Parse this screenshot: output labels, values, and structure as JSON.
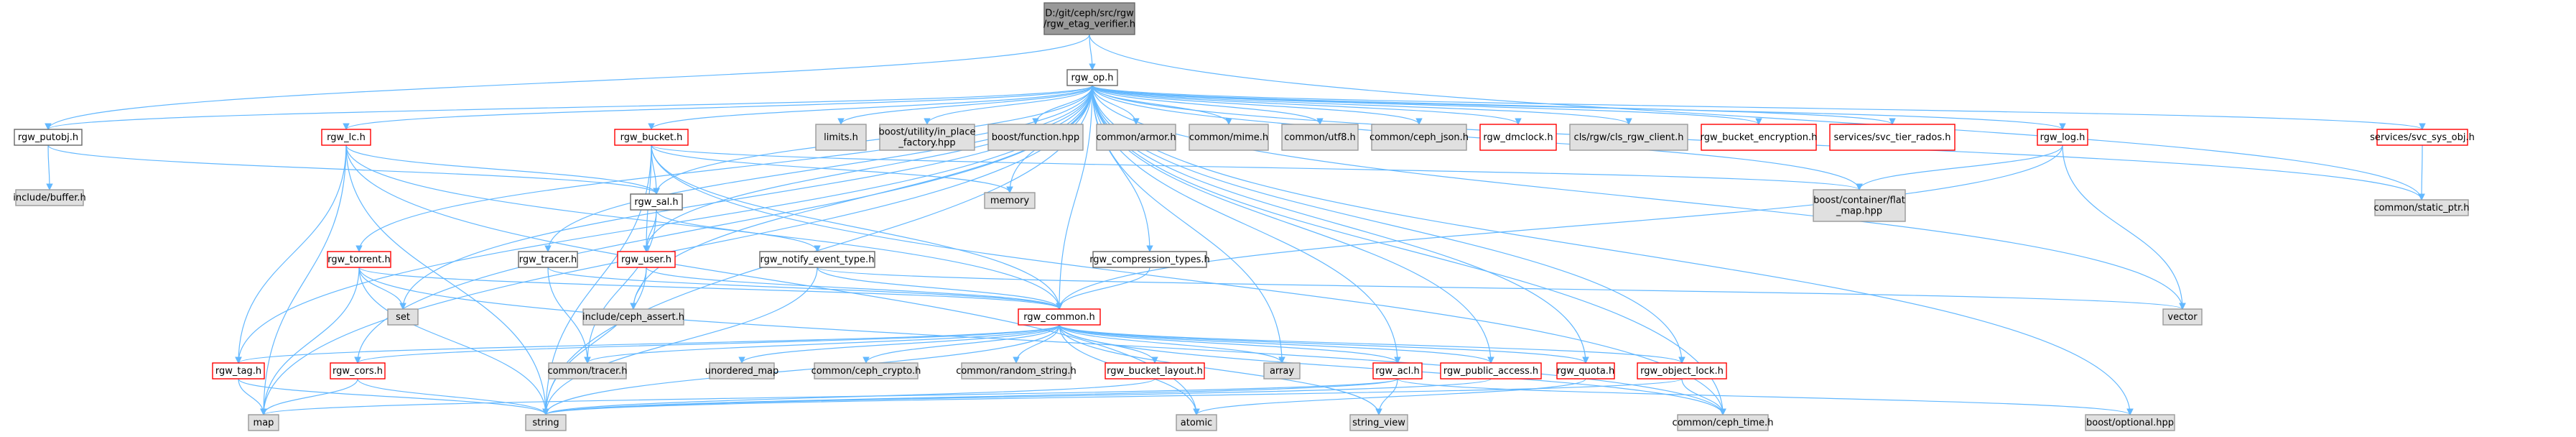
{
  "graph": {
    "colors": {
      "edge": "#63b8ff",
      "root_fill": "#999999",
      "root_border": "#666666",
      "local_fill": "#ffffff",
      "local_border": "#666666",
      "truncated_fill": "#ffffff",
      "truncated_border": "#ff0000",
      "system_fill": "#e0e0e0",
      "system_border": "#999999"
    },
    "nodes": [
      {
        "id": "root",
        "lines": [
          "D:/git/ceph/src/rgw",
          "/rgw_etag_verifier.h"
        ],
        "kind": "root"
      },
      {
        "id": "rgw_op",
        "lines": [
          "rgw_op.h"
        ],
        "kind": "local"
      },
      {
        "id": "rgw_putobj",
        "lines": [
          "rgw_putobj.h"
        ],
        "kind": "local"
      },
      {
        "id": "static_ptr",
        "lines": [
          "common/static_ptr.h"
        ],
        "kind": "system"
      },
      {
        "id": "buffer",
        "lines": [
          "include/buffer.h"
        ],
        "kind": "system"
      },
      {
        "id": "rgw_sal",
        "lines": [
          "rgw_sal.h"
        ],
        "kind": "local"
      },
      {
        "id": "rgw_lc",
        "lines": [
          "rgw_lc.h"
        ],
        "kind": "truncated"
      },
      {
        "id": "rgw_bucket",
        "lines": [
          "rgw_bucket.h"
        ],
        "kind": "truncated"
      },
      {
        "id": "limits",
        "lines": [
          "limits.h"
        ],
        "kind": "system"
      },
      {
        "id": "in_place",
        "lines": [
          "boost/utility/in_place",
          "_factory.hpp"
        ],
        "kind": "system"
      },
      {
        "id": "function",
        "lines": [
          "boost/function.hpp"
        ],
        "kind": "system"
      },
      {
        "id": "armor",
        "lines": [
          "common/armor.h"
        ],
        "kind": "system"
      },
      {
        "id": "mime",
        "lines": [
          "common/mime.h"
        ],
        "kind": "system"
      },
      {
        "id": "utf8",
        "lines": [
          "common/utf8.h"
        ],
        "kind": "system"
      },
      {
        "id": "ceph_json",
        "lines": [
          "common/ceph_json.h"
        ],
        "kind": "system"
      },
      {
        "id": "dmclock",
        "lines": [
          "rgw_dmclock.h"
        ],
        "kind": "truncated"
      },
      {
        "id": "cls_rgw",
        "lines": [
          "cls/rgw/cls_rgw_client.h"
        ],
        "kind": "system"
      },
      {
        "id": "bucket_enc",
        "lines": [
          "rgw_bucket_encryption.h"
        ],
        "kind": "truncated"
      },
      {
        "id": "svc_tier",
        "lines": [
          "services/svc_tier_rados.h"
        ],
        "kind": "truncated"
      },
      {
        "id": "rgw_log",
        "lines": [
          "rgw_log.h"
        ],
        "kind": "truncated"
      },
      {
        "id": "svc_sys",
        "lines": [
          "services/svc_sys_obj.h"
        ],
        "kind": "truncated"
      },
      {
        "id": "memory",
        "lines": [
          "memory"
        ],
        "kind": "system"
      },
      {
        "id": "flat_map",
        "lines": [
          "boost/container/flat",
          "_map.hpp"
        ],
        "kind": "system"
      },
      {
        "id": "rgw_torrent",
        "lines": [
          "rgw_torrent.h"
        ],
        "kind": "truncated"
      },
      {
        "id": "rgw_tracer",
        "lines": [
          "rgw_tracer.h"
        ],
        "kind": "local"
      },
      {
        "id": "rgw_user",
        "lines": [
          "rgw_user.h"
        ],
        "kind": "truncated"
      },
      {
        "id": "notify",
        "lines": [
          "rgw_notify_event_type.h"
        ],
        "kind": "local"
      },
      {
        "id": "compression",
        "lines": [
          "rgw_compression_types.h"
        ],
        "kind": "local"
      },
      {
        "id": "set",
        "lines": [
          "set"
        ],
        "kind": "system"
      },
      {
        "id": "ceph_assert",
        "lines": [
          "include/ceph_assert.h"
        ],
        "kind": "system"
      },
      {
        "id": "vector",
        "lines": [
          "vector"
        ],
        "kind": "system"
      },
      {
        "id": "rgw_common",
        "lines": [
          "rgw_common.h"
        ],
        "kind": "truncated"
      },
      {
        "id": "rgw_tag",
        "lines": [
          "rgw_tag.h"
        ],
        "kind": "truncated"
      },
      {
        "id": "rgw_cors",
        "lines": [
          "rgw_cors.h"
        ],
        "kind": "truncated"
      },
      {
        "id": "tracer",
        "lines": [
          "common/tracer.h"
        ],
        "kind": "system"
      },
      {
        "id": "unordered_map",
        "lines": [
          "unordered_map"
        ],
        "kind": "system"
      },
      {
        "id": "ceph_crypto",
        "lines": [
          "common/ceph_crypto.h"
        ],
        "kind": "system"
      },
      {
        "id": "random_string",
        "lines": [
          "common/random_string.h"
        ],
        "kind": "system"
      },
      {
        "id": "bucket_layout",
        "lines": [
          "rgw_bucket_layout.h"
        ],
        "kind": "truncated"
      },
      {
        "id": "array",
        "lines": [
          "array"
        ],
        "kind": "system"
      },
      {
        "id": "rgw_acl",
        "lines": [
          "rgw_acl.h"
        ],
        "kind": "truncated"
      },
      {
        "id": "public_access",
        "lines": [
          "rgw_public_access.h"
        ],
        "kind": "truncated"
      },
      {
        "id": "rgw_quota",
        "lines": [
          "rgw_quota.h"
        ],
        "kind": "truncated"
      },
      {
        "id": "object_lock",
        "lines": [
          "rgw_object_lock.h"
        ],
        "kind": "truncated"
      },
      {
        "id": "map",
        "lines": [
          "map"
        ],
        "kind": "system"
      },
      {
        "id": "string",
        "lines": [
          "string"
        ],
        "kind": "system"
      },
      {
        "id": "atomic",
        "lines": [
          "atomic"
        ],
        "kind": "system"
      },
      {
        "id": "string_view",
        "lines": [
          "string_view"
        ],
        "kind": "system"
      },
      {
        "id": "ceph_time",
        "lines": [
          "common/ceph_time.h"
        ],
        "kind": "system"
      },
      {
        "id": "optional",
        "lines": [
          "boost/optional.hpp"
        ],
        "kind": "system"
      }
    ],
    "edges": [
      [
        "root",
        "rgw_op"
      ],
      [
        "root",
        "rgw_putobj"
      ],
      [
        "root",
        "static_ptr"
      ],
      [
        "rgw_putobj",
        "buffer"
      ],
      [
        "rgw_putobj",
        "rgw_sal"
      ],
      [
        "rgw_op",
        "rgw_putobj"
      ],
      [
        "rgw_op",
        "static_ptr"
      ],
      [
        "rgw_op",
        "rgw_sal"
      ],
      [
        "rgw_op",
        "rgw_lc"
      ],
      [
        "rgw_op",
        "rgw_bucket"
      ],
      [
        "rgw_op",
        "limits"
      ],
      [
        "rgw_op",
        "in_place"
      ],
      [
        "rgw_op",
        "function"
      ],
      [
        "rgw_op",
        "armor"
      ],
      [
        "rgw_op",
        "mime"
      ],
      [
        "rgw_op",
        "utf8"
      ],
      [
        "rgw_op",
        "ceph_json"
      ],
      [
        "rgw_op",
        "dmclock"
      ],
      [
        "rgw_op",
        "cls_rgw"
      ],
      [
        "rgw_op",
        "bucket_enc"
      ],
      [
        "rgw_op",
        "svc_tier"
      ],
      [
        "rgw_op",
        "rgw_log"
      ],
      [
        "rgw_op",
        "svc_sys"
      ],
      [
        "rgw_op",
        "memory"
      ],
      [
        "rgw_op",
        "flat_map"
      ],
      [
        "rgw_op",
        "rgw_torrent"
      ],
      [
        "rgw_op",
        "rgw_tracer"
      ],
      [
        "rgw_op",
        "rgw_user"
      ],
      [
        "rgw_op",
        "compression"
      ],
      [
        "rgw_op",
        "set"
      ],
      [
        "rgw_op",
        "ceph_assert"
      ],
      [
        "rgw_op",
        "vector"
      ],
      [
        "rgw_op",
        "rgw_common"
      ],
      [
        "rgw_op",
        "rgw_tag"
      ],
      [
        "rgw_op",
        "rgw_cors"
      ],
      [
        "rgw_op",
        "array"
      ],
      [
        "rgw_op",
        "rgw_acl"
      ],
      [
        "rgw_op",
        "public_access"
      ],
      [
        "rgw_op",
        "rgw_quota"
      ],
      [
        "rgw_op",
        "object_lock"
      ],
      [
        "rgw_op",
        "map"
      ],
      [
        "rgw_op",
        "string"
      ],
      [
        "rgw_op",
        "ceph_time"
      ],
      [
        "rgw_op",
        "optional"
      ],
      [
        "svc_sys",
        "static_ptr"
      ],
      [
        "rgw_lc",
        "rgw_sal"
      ],
      [
        "rgw_lc",
        "rgw_tag"
      ],
      [
        "rgw_lc",
        "rgw_common"
      ],
      [
        "rgw_lc",
        "map"
      ],
      [
        "rgw_lc",
        "string"
      ],
      [
        "rgw_lc",
        "atomic"
      ],
      [
        "rgw_bucket",
        "rgw_sal"
      ],
      [
        "rgw_bucket",
        "memory"
      ],
      [
        "rgw_bucket",
        "flat_map"
      ],
      [
        "rgw_bucket",
        "rgw_common"
      ],
      [
        "rgw_bucket",
        "ceph_time"
      ],
      [
        "rgw_bucket",
        "rgw_user"
      ],
      [
        "rgw_bucket",
        "string"
      ],
      [
        "rgw_log",
        "flat_map"
      ],
      [
        "rgw_log",
        "vector"
      ],
      [
        "rgw_log",
        "rgw_common"
      ],
      [
        "rgw_sal",
        "rgw_user"
      ],
      [
        "rgw_sal",
        "notify"
      ],
      [
        "rgw_sal",
        "tracer"
      ],
      [
        "rgw_user",
        "ceph_assert"
      ],
      [
        "rgw_user",
        "rgw_common"
      ],
      [
        "rgw_user",
        "string"
      ],
      [
        "notify",
        "rgw_common"
      ],
      [
        "notify",
        "string"
      ],
      [
        "notify",
        "vector"
      ],
      [
        "compression",
        "rgw_common"
      ],
      [
        "rgw_torrent",
        "set"
      ],
      [
        "rgw_torrent",
        "rgw_common"
      ],
      [
        "rgw_torrent",
        "string"
      ],
      [
        "rgw_torrent",
        "map"
      ],
      [
        "rgw_torrent",
        "ceph_time"
      ],
      [
        "rgw_tracer",
        "tracer"
      ],
      [
        "rgw_tracer",
        "rgw_common"
      ],
      [
        "rgw_common",
        "rgw_tag"
      ],
      [
        "rgw_common",
        "rgw_cors"
      ],
      [
        "rgw_common",
        "tracer"
      ],
      [
        "rgw_common",
        "unordered_map"
      ],
      [
        "rgw_common",
        "ceph_crypto"
      ],
      [
        "rgw_common",
        "random_string"
      ],
      [
        "rgw_common",
        "bucket_layout"
      ],
      [
        "rgw_common",
        "array"
      ],
      [
        "rgw_common",
        "rgw_acl"
      ],
      [
        "rgw_common",
        "public_access"
      ],
      [
        "rgw_common",
        "rgw_quota"
      ],
      [
        "rgw_common",
        "object_lock"
      ],
      [
        "rgw_common",
        "string"
      ],
      [
        "rgw_common",
        "atomic"
      ],
      [
        "rgw_common",
        "string_view"
      ],
      [
        "rgw_common",
        "ceph_time"
      ],
      [
        "rgw_tag",
        "map"
      ],
      [
        "rgw_tag",
        "string"
      ],
      [
        "rgw_cors",
        "map"
      ],
      [
        "rgw_cors",
        "string"
      ],
      [
        "bucket_layout",
        "string"
      ],
      [
        "rgw_acl",
        "map"
      ],
      [
        "rgw_acl",
        "string"
      ],
      [
        "rgw_acl",
        "string_view"
      ],
      [
        "rgw_acl",
        "optional"
      ],
      [
        "public_access",
        "string"
      ],
      [
        "rgw_quota",
        "atomic"
      ],
      [
        "object_lock",
        "string"
      ],
      [
        "object_lock",
        "ceph_time"
      ]
    ]
  }
}
